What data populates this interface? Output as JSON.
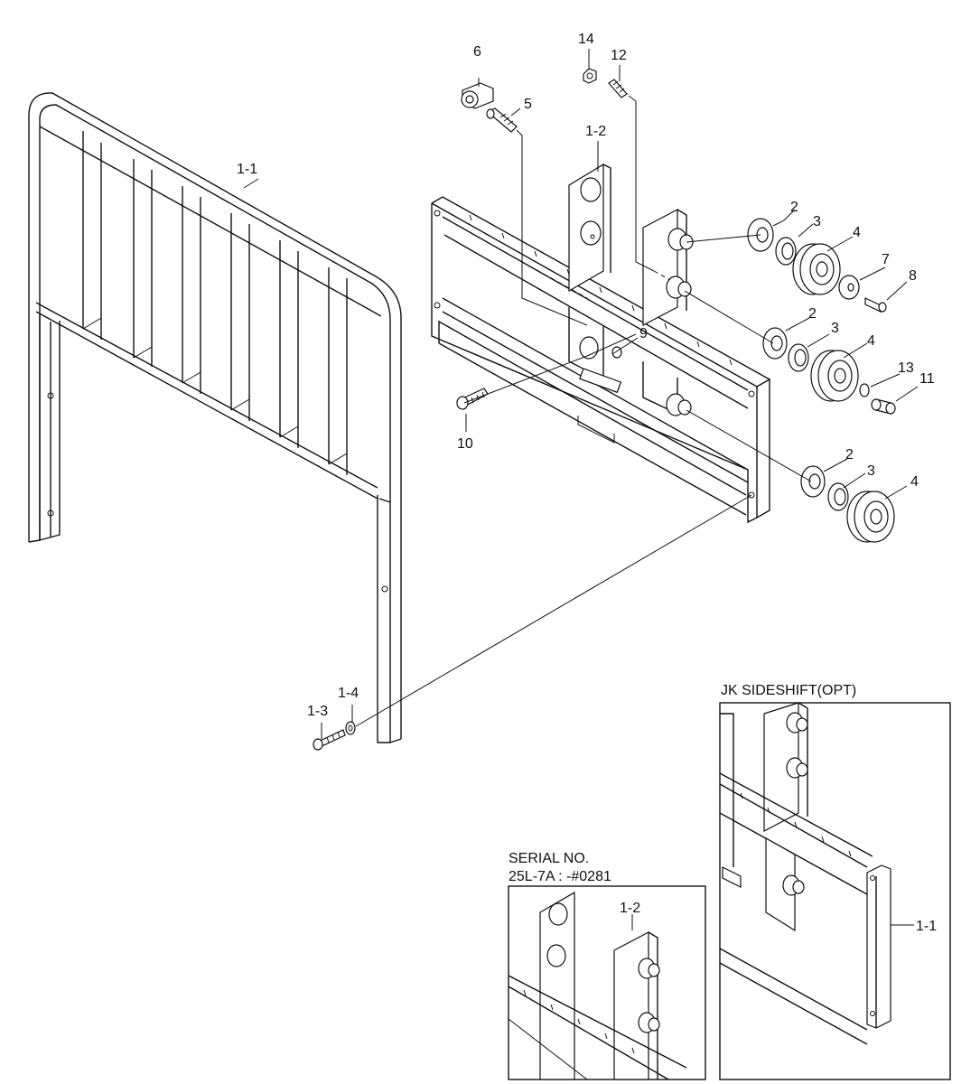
{
  "callouts": {
    "c_1_1": "1-1",
    "c_1_2": "1-2",
    "c_1_3": "1-3",
    "c_1_4": "1-4",
    "c_2a": "2",
    "c_2b": "2",
    "c_2c": "2",
    "c_3a": "3",
    "c_3b": "3",
    "c_3c": "3",
    "c_4a": "4",
    "c_4b": "4",
    "c_4c": "4",
    "c_5": "5",
    "c_6": "6",
    "c_7": "7",
    "c_8": "8",
    "c_9": "9",
    "c_10": "10",
    "c_11": "11",
    "c_12": "12",
    "c_13": "13",
    "c_14": "14"
  },
  "insets": {
    "serial": {
      "title_line1": "SERIAL NO.",
      "title_line2": "25L-7A : -#0281",
      "callout": "1-2"
    },
    "jk_sideshift": {
      "title": "JK SIDESHIFT(OPT)",
      "callout": "1-1"
    }
  }
}
